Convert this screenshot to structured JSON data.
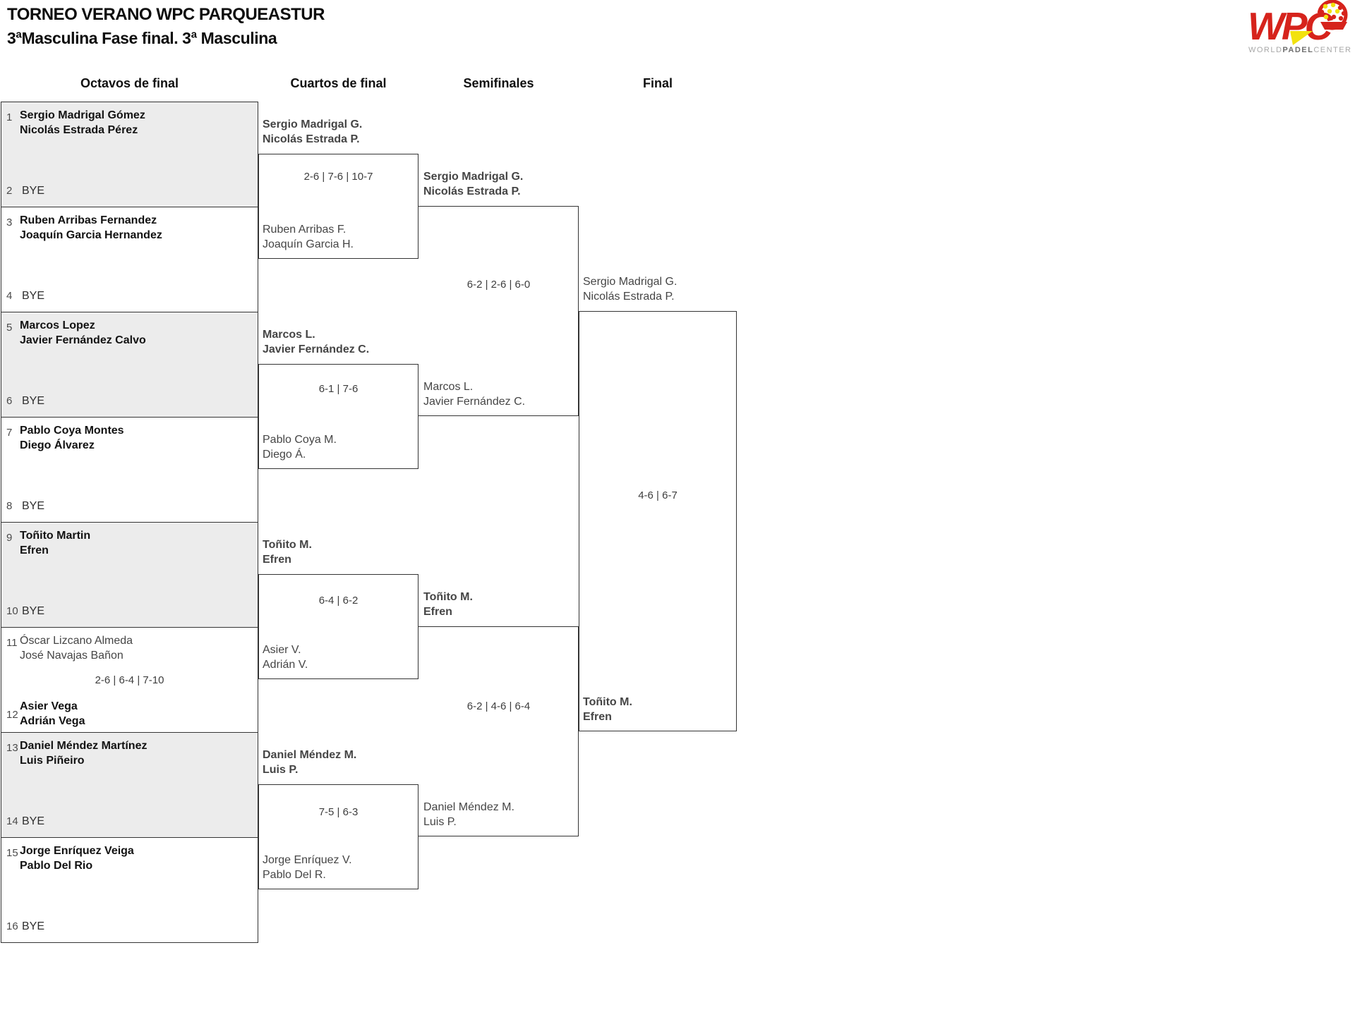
{
  "title": "TORNEO VERANO WPC PARQUEASTUR",
  "subtitle": "3ªMasculina Fase final. 3ª Masculina",
  "logo": {
    "brand": "WPC",
    "word_world": "WORLD",
    "word_padel": "PADEL",
    "word_center": "CENTER",
    "colors": {
      "red": "#d6231c",
      "yellow": "#f2e20e",
      "gray": "#a8a8a8"
    }
  },
  "colors": {
    "shaded_box": "#ececec",
    "border": "#343434",
    "winner_text": "#121212",
    "loser_text": "#454545"
  },
  "round_headers": {
    "r16": "Octavos de final",
    "qf": "Cuartos de final",
    "sf": "Semifinales",
    "final": "Final"
  },
  "r16": [
    {
      "seed_top": "1",
      "top1": "Sergio Madrigal Gómez",
      "top2": "Nicolás Estrada Pérez",
      "top_winner": true,
      "seed_bottom": "2",
      "bottom_bye": "BYE",
      "shaded": true
    },
    {
      "seed_top": "3",
      "top1": "Ruben Arribas Fernandez",
      "top2": "Joaquín Garcia Hernandez",
      "top_winner": true,
      "seed_bottom": "4",
      "bottom_bye": "BYE",
      "shaded": false
    },
    {
      "seed_top": "5",
      "top1": "Marcos Lopez",
      "top2": "Javier Fernández Calvo",
      "top_winner": true,
      "seed_bottom": "6",
      "bottom_bye": "BYE",
      "shaded": true
    },
    {
      "seed_top": "7",
      "top1": "Pablo Coya Montes",
      "top2": "Diego Álvarez",
      "top_winner": true,
      "seed_bottom": "8",
      "bottom_bye": "BYE",
      "shaded": false
    },
    {
      "seed_top": "9",
      "top1": "Toñito Martin",
      "top2": "Efren",
      "top_winner": true,
      "seed_bottom": "10",
      "bottom_bye": "BYE",
      "shaded": true
    },
    {
      "seed_top": "11",
      "top1": "Óscar Lizcano Almeda",
      "top2": "José Navajas Bañon",
      "top_winner": false,
      "score": "2-6 | 6-4 | 7-10",
      "seed_bottom": "12",
      "bottom1": "Asier Vega",
      "bottom2": "Adrián Vega",
      "bottom_winner": true,
      "shaded": false
    },
    {
      "seed_top": "13",
      "top1": "Daniel Méndez Martínez",
      "top2": "Luis Piñeiro",
      "top_winner": true,
      "seed_bottom": "14",
      "bottom_bye": "BYE",
      "shaded": true
    },
    {
      "seed_top": "15",
      "top1": "Jorge Enríquez Veiga",
      "top2": "Pablo Del Rio",
      "top_winner": true,
      "seed_bottom": "16",
      "bottom_bye": "BYE",
      "shaded": false
    }
  ],
  "qf": [
    {
      "top1": "Sergio Madrigal G.",
      "top2": "Nicolás Estrada P.",
      "top_winner": true,
      "bottom1": "Ruben Arribas F.",
      "bottom2": "Joaquín Garcia H.",
      "bottom_winner": false,
      "score": "2-6 | 7-6 | 10-7"
    },
    {
      "top1": "Marcos L.",
      "top2": "Javier Fernández C.",
      "top_winner": true,
      "bottom1": "Pablo Coya M.",
      "bottom2": "Diego Á.",
      "bottom_winner": false,
      "score": "6-1 | 7-6"
    },
    {
      "top1": "Toñito M.",
      "top2": "Efren",
      "top_winner": true,
      "bottom1": "Asier V.",
      "bottom2": "Adrián V.",
      "bottom_winner": false,
      "score": "6-4 | 6-2"
    },
    {
      "top1": "Daniel Méndez M.",
      "top2": "Luis P.",
      "top_winner": true,
      "bottom1": "Jorge Enríquez V.",
      "bottom2": "Pablo Del R.",
      "bottom_winner": false,
      "score": "7-5 | 6-3"
    }
  ],
  "sf": [
    {
      "top1": "Sergio Madrigal G.",
      "top2": "Nicolás Estrada P.",
      "top_winner": true,
      "bottom1": "Marcos L.",
      "bottom2": "Javier Fernández C.",
      "bottom_winner": false,
      "score": "6-2 | 2-6 | 6-0"
    },
    {
      "top1": "Toñito M.",
      "top2": "Efren",
      "top_winner": true,
      "bottom1": "Daniel Méndez M.",
      "bottom2": "Luis P.",
      "bottom_winner": false,
      "score": "6-2 | 4-6 | 6-4"
    }
  ],
  "final": {
    "top1": "Sergio Madrigal G.",
    "top2": "Nicolás Estrada P.",
    "top_winner": false,
    "bottom1": "Toñito M.",
    "bottom2": "Efren",
    "bottom_winner": true,
    "score": "4-6 | 6-7"
  }
}
